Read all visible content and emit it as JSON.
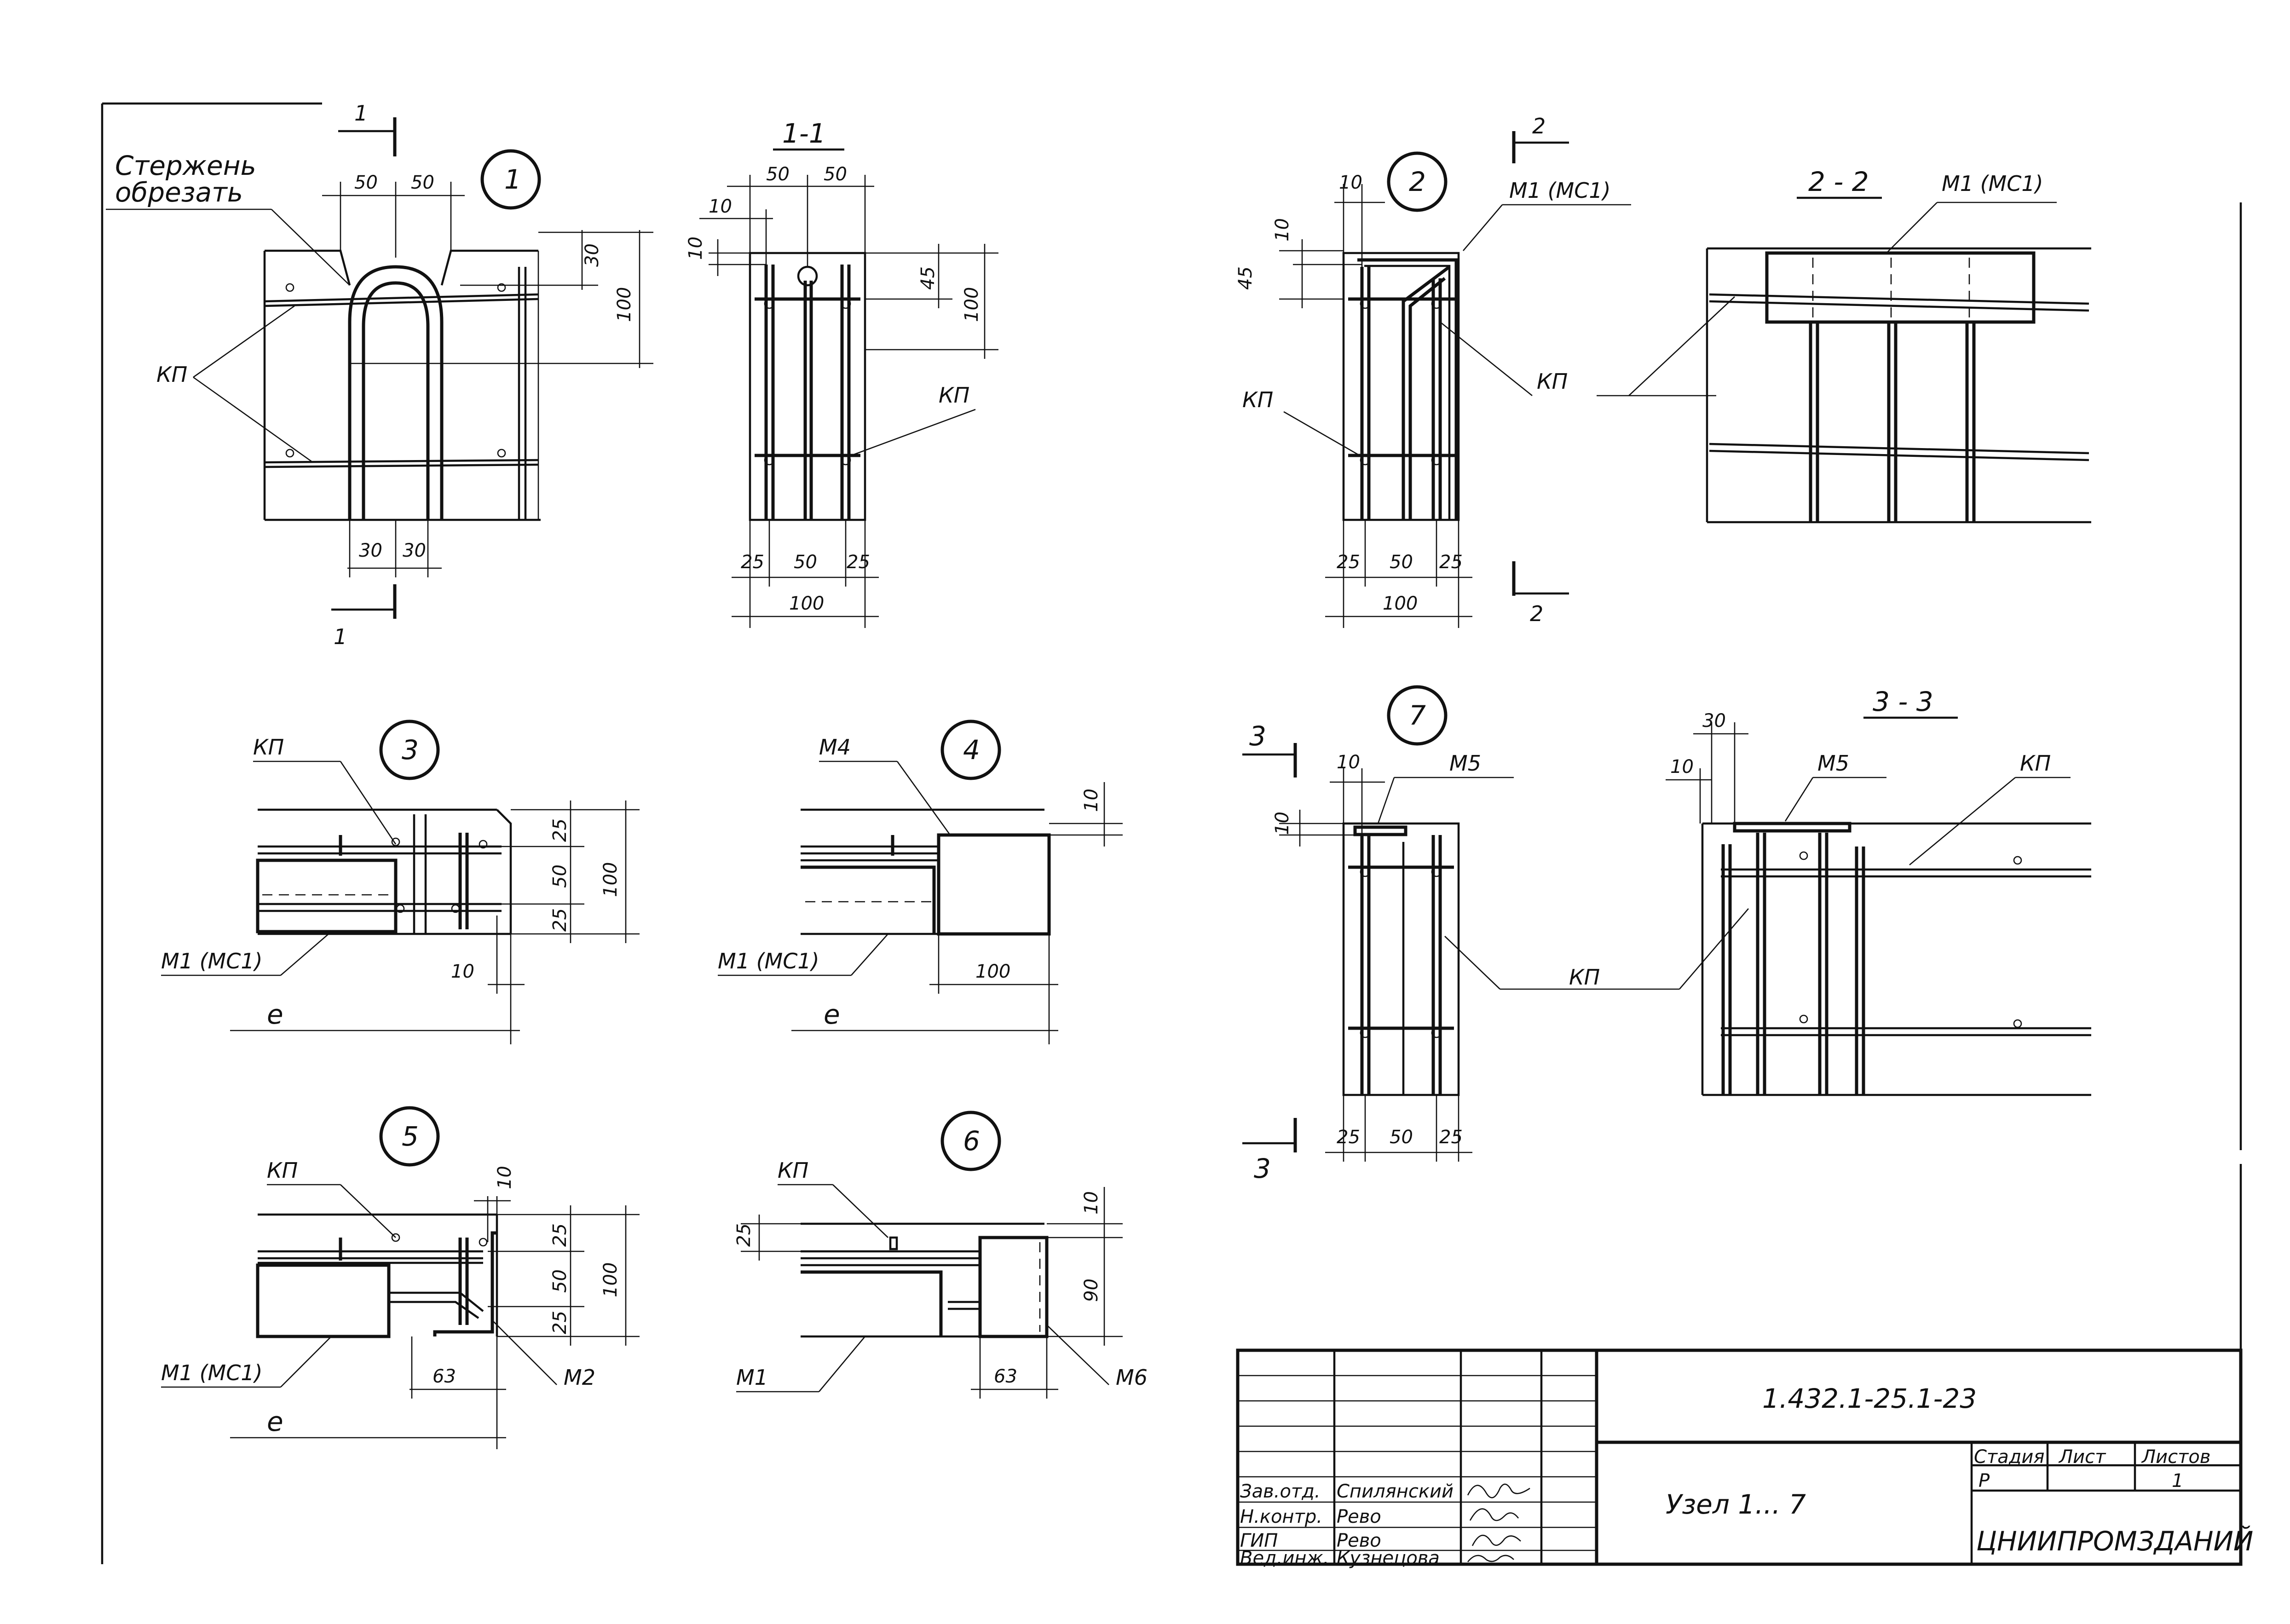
{
  "title_block": {
    "code": "1.432.1-25.1-23",
    "sheet_title": "Узел 1... 7",
    "organization": "ЦНИИПРОМЗДАНИЙ",
    "col_stage": "Стадия",
    "col_sheet": "Лист",
    "col_sheets": "Листов",
    "stage": "Р",
    "sheet": "1",
    "sheets": "",
    "staff": [
      {
        "role": "Зав.отд.",
        "name": "Спилянский"
      },
      {
        "role": "Н.контр.",
        "name": "Рево"
      },
      {
        "role": "ГИП",
        "name": "Рево"
      },
      {
        "role": "Вед.инж.",
        "name": "Кузнецова"
      }
    ]
  },
  "labels": {
    "rod_cut_1": "Стержень",
    "rod_cut_2": "обрезать",
    "kp": "КП",
    "m1mc1": "М1 (МС1)",
    "m1": "М1",
    "m2": "М2",
    "m4": "М4",
    "m5": "М5",
    "m6": "М6",
    "e": "е"
  },
  "nodes": {
    "n1": "1",
    "n2": "2",
    "n3": "3",
    "n4": "4",
    "n5": "5",
    "n6": "6",
    "n7": "7"
  },
  "sections": {
    "s11": "1-1",
    "s22": "2 - 2",
    "s33": "3 - 3",
    "cut1": "1",
    "cut2": "2",
    "cut3": "3"
  },
  "dims": {
    "d10": "10",
    "d25": "25",
    "d30": "30",
    "d45": "45",
    "d50": "50",
    "d63": "63",
    "d90": "90",
    "d100": "100"
  }
}
